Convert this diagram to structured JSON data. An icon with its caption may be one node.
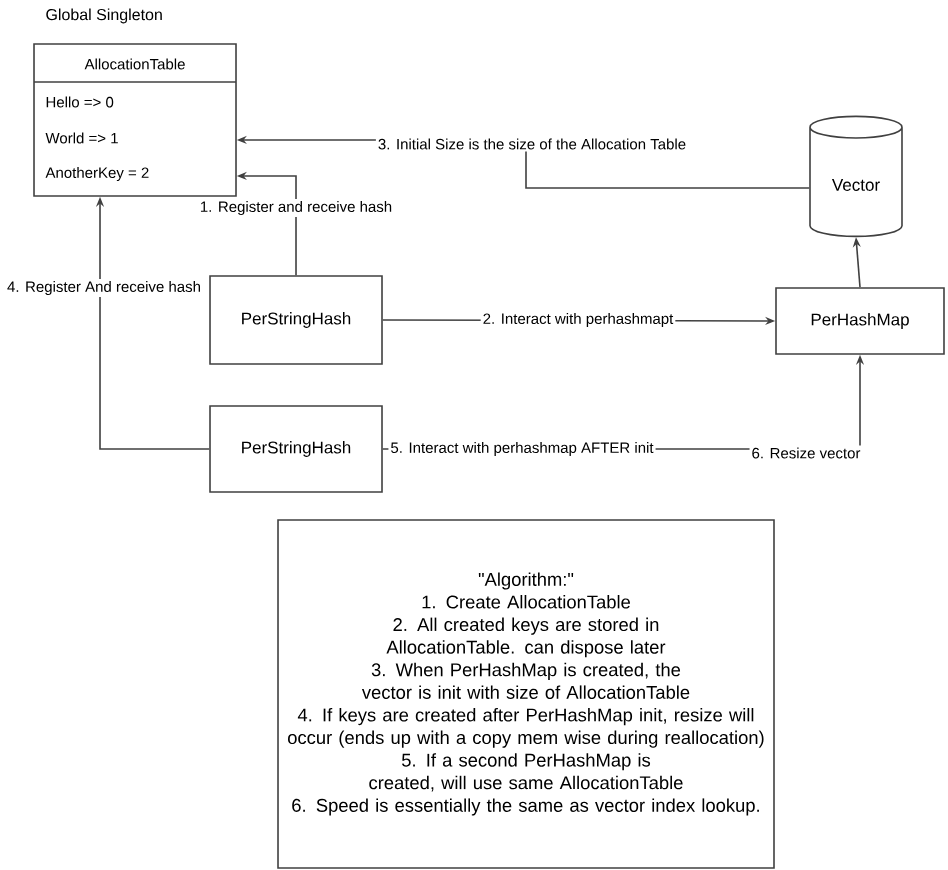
{
  "diagram": {
    "nodes": [
      {
        "text": [
          "AllocationTable",
          "Hello  => 0",
          "World => 1",
          "AnotherKey = 2"
        ],
        "beside": [
          "Global Singleton"
        ]
      },
      {
        "text": [
          "Vector"
        ]
      },
      {
        "text": [
          "PerStringHash"
        ]
      },
      {
        "text": [
          "PerHashMap"
        ]
      },
      {
        "text": [
          "PerStringHash"
        ]
      },
      {
        "text": [
          "\"Algorithm:\"",
          "1. Create AllocationTable",
          "2. All created keys are stored in AllocationTable. can dispose later",
          "3. When PerHashMap is created, the vector is init with size of AllocationTable",
          "4. If keys are created after PerHashMap init, resize will occur (ends up with a copy mem wise during reallocation)",
          "5. If a second PerHashMap is created, will use same AllocationTable",
          "6. Speed is essentially the same as vector index lookup."
        ]
      }
    ],
    "edges": [
      {
        "from": 2,
        "to": 0,
        "arrow": "to",
        "label": "1. Register and receive hash"
      },
      {
        "from": 2,
        "to": 3,
        "arrow": "to",
        "label": "2. Interact with perhashmapt"
      },
      {
        "from": 1,
        "to": 0,
        "arrow": "to",
        "label": "3. Initial Size is the size of the Allocation Table"
      },
      {
        "from": 4,
        "to": 0,
        "arrow": "to",
        "label": "4. Register And receive hash"
      },
      {
        "from": 4,
        "to": 3,
        "arrow": "to",
        "label": "5. Interact with perhashmap AFTER init"
      },
      {
        "from": 3,
        "to": 1,
        "arrow": "to"
      }
    ],
    "labels": [
      "6. Resize vector"
    ]
  }
}
